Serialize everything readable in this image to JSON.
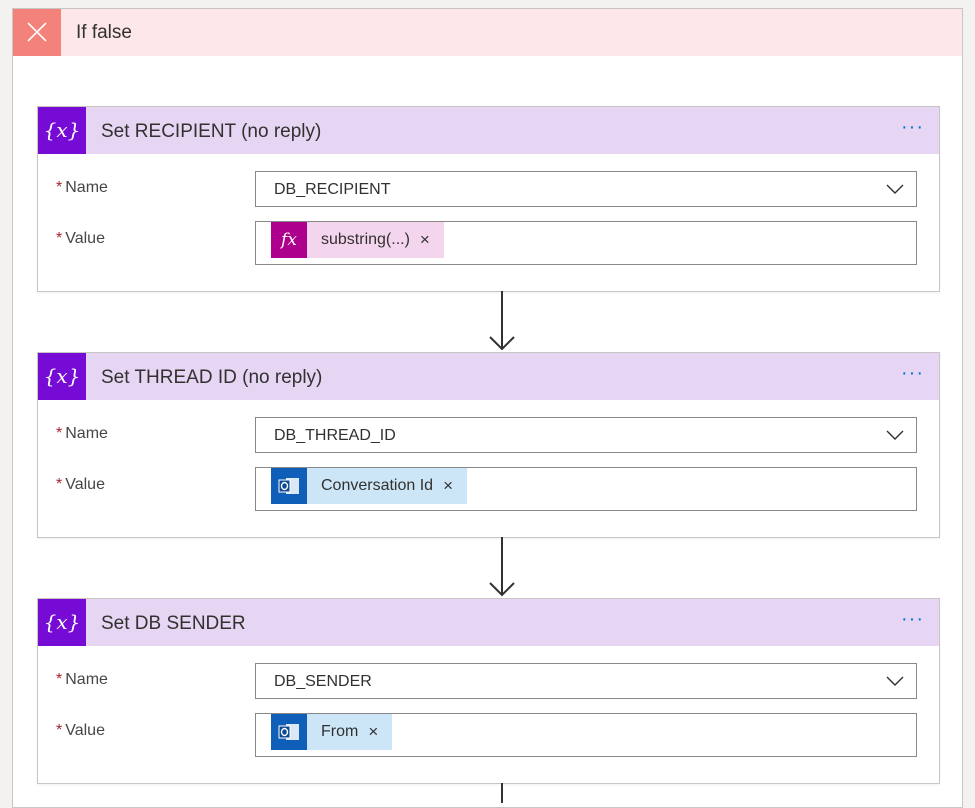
{
  "branch": {
    "title": "If false"
  },
  "cards": [
    {
      "title": "Set RECIPIENT (no reply)",
      "name_label": "Name",
      "name_value": "DB_RECIPIENT",
      "value_label": "Value",
      "token_text": "substring(...)",
      "token_icon": "fx-icon",
      "token_remove": "×"
    },
    {
      "title": "Set THREAD ID (no reply)",
      "name_label": "Name",
      "name_value": "DB_THREAD_ID",
      "value_label": "Value",
      "token_text": "Conversation Id",
      "token_icon": "outlook-icon",
      "token_remove": "×"
    },
    {
      "title": "Set DB SENDER",
      "name_label": "Name",
      "name_value": "DB_SENDER",
      "value_label": "Value",
      "token_text": "From",
      "token_icon": "outlook-icon",
      "token_remove": "×"
    }
  ],
  "ui": {
    "required_mark": "*",
    "variable_icon_glyph": "{x}",
    "more_glyph": "···"
  },
  "colors": {
    "branch_header_bg": "#fde7e9",
    "branch_icon_bg": "#f3827a",
    "card_header_bg": "#e6d6f4",
    "card_icon_bg": "#770bd6",
    "fx_token_icon": "#ad008c",
    "fx_token_bg": "#f4d5ee",
    "outlook_token_icon": "#0f5fb8",
    "outlook_token_bg": "#cde6f7",
    "accent": "#0078d4"
  }
}
